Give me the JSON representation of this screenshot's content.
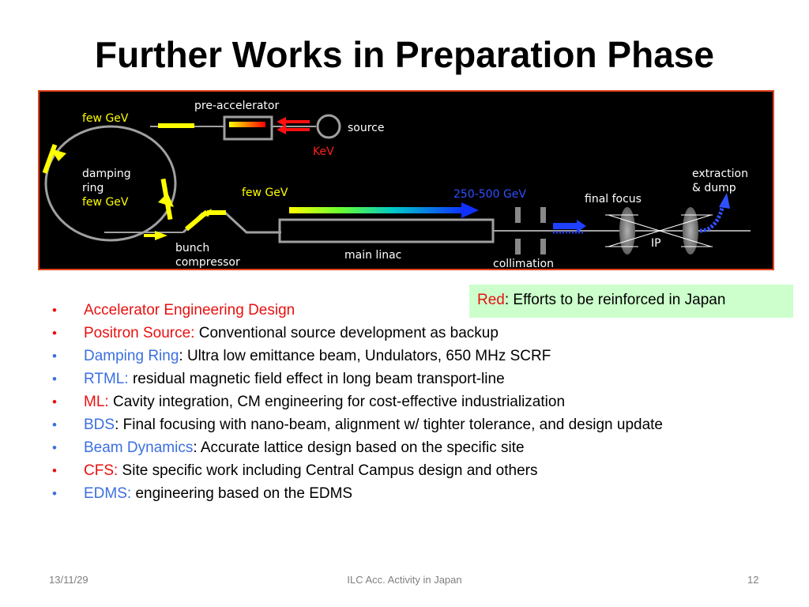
{
  "slide": {
    "title": "Further Works in Preparation Phase"
  },
  "diagram": {
    "labels": {
      "pre_accelerator": "pre-accelerator",
      "few_gev_top": "few GeV",
      "source": "source",
      "kev": "KeV",
      "damping_ring": "damping",
      "ring_word": "ring",
      "few_gev_ring": "few GeV",
      "few_gev_mid": "few GeV",
      "energy_range": "250-500 GeV",
      "final_focus": "final focus",
      "extraction": "extraction",
      "dump": "& dump",
      "bunch": "bunch",
      "compressor": "compressor",
      "main_linac": "main linac",
      "ip": "IP",
      "collimation": "collimation"
    },
    "colors": {
      "background": "#000000",
      "border": "#e0441c",
      "yellow_text": "#ffff00",
      "white_text": "#ffffff",
      "red_text": "#ff2020",
      "blue_text": "#3050ff",
      "beam_line": "#a0a0a0"
    }
  },
  "legend": {
    "red_word": "Red",
    "text": ": Efforts to be reinforced in Japan"
  },
  "bullets": [
    {
      "color": "red",
      "label": "Accelerator Engineering Design",
      "text": ""
    },
    {
      "color": "red",
      "label": "Positron Source:",
      "text": " Conventional source development as backup"
    },
    {
      "color": "blue",
      "label": "Damping Ring",
      "text": ": Ultra low emittance beam, Undulators, 650 MHz SCRF"
    },
    {
      "color": "blue",
      "label": "RTML:",
      "text": " residual magnetic field effect in long beam transport-line"
    },
    {
      "color": "red",
      "label": "ML:",
      "text": " Cavity integration, CM engineering for cost-effective industrialization"
    },
    {
      "color": "blue",
      "label": "BDS",
      "text": ": Final focusing with nano-beam, alignment w/ tighter tolerance, and design update"
    },
    {
      "color": "blue",
      "label": "Beam Dynamics",
      "text": ": Accurate lattice design based on the specific site"
    },
    {
      "color": "red",
      "label": "CFS:",
      "text": "  Site specific work including Central Campus design and others"
    },
    {
      "color": "blue",
      "label": "EDMS:",
      "text": "  engineering based on the EDMS"
    }
  ],
  "footer": {
    "date": "13/11/29",
    "center": "ILC Acc. Activity in Japan",
    "page": "12"
  }
}
